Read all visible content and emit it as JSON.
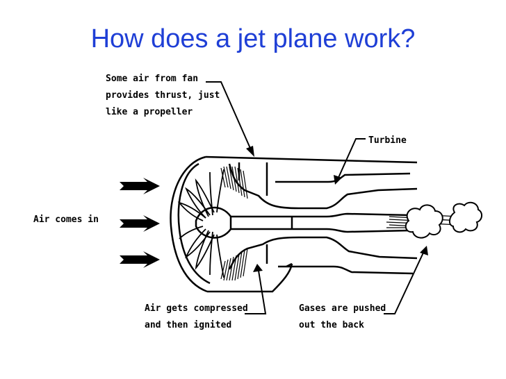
{
  "title": "How does a jet plane work?",
  "labels": {
    "fan_air": [
      "Some air from fan",
      "provides thrust, just",
      "like a propeller"
    ],
    "turbine": "Turbine",
    "air_in": "Air comes in",
    "compressed": [
      "Air gets compressed",
      "and then ignited"
    ],
    "exhaust": [
      "Gases are pushed",
      "out the back"
    ]
  },
  "colors": {
    "title": "#1f3fd6",
    "ink": "#000000"
  }
}
